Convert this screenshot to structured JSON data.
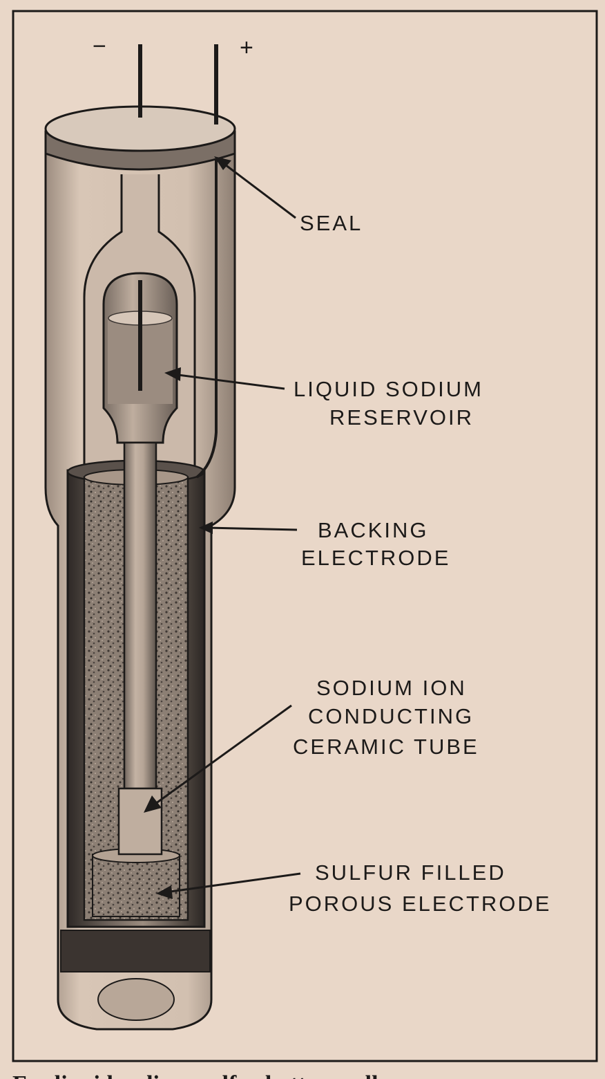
{
  "terminals": {
    "negative": "−",
    "positive": "+"
  },
  "labels": {
    "seal": "SEAL",
    "reservoir_line1": "LIQUID SODIUM",
    "reservoir_line2": "RESERVOIR",
    "backing_line1": "BACKING",
    "backing_line2": "ELECTRODE",
    "tube_line1": "SODIUM ION",
    "tube_line2": "CONDUCTING",
    "tube_line3": "CERAMIC TUBE",
    "sulfur_line1": "SULFUR FILLED",
    "sulfur_line2": "POROUS ELECTRODE"
  },
  "caption": "For liquid sodium-sulfur battery cell",
  "colors": {
    "paper": "#e9d7c8",
    "ink": "#1c1a19",
    "glass": "#d8c6b6",
    "porous": "#7d7066",
    "dark_band": "#3f3834"
  }
}
